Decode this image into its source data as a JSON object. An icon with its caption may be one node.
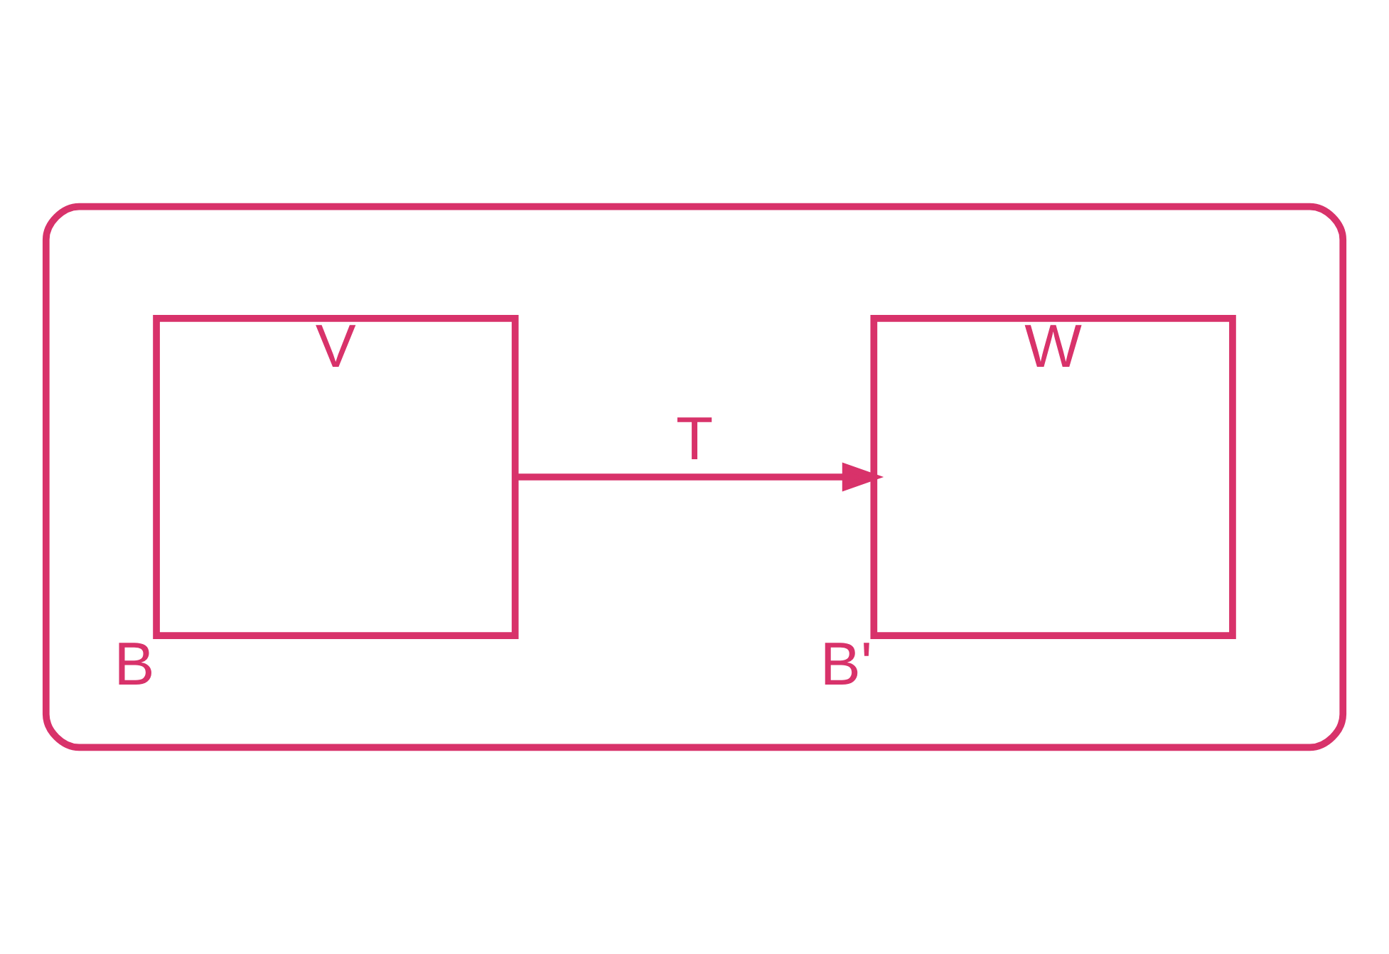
{
  "diagram": {
    "nodes": [
      {
        "text": [],
        "shape": "box"
      },
      {
        "text": [
          "V"
        ],
        "beside": [
          "B"
        ],
        "in": 0
      },
      {
        "text": [
          "W"
        ],
        "beside": [
          "B'"
        ],
        "in": 0
      }
    ],
    "edges": [
      {
        "from": 1,
        "to": 2,
        "arrow": "to",
        "label": "T"
      }
    ]
  }
}
